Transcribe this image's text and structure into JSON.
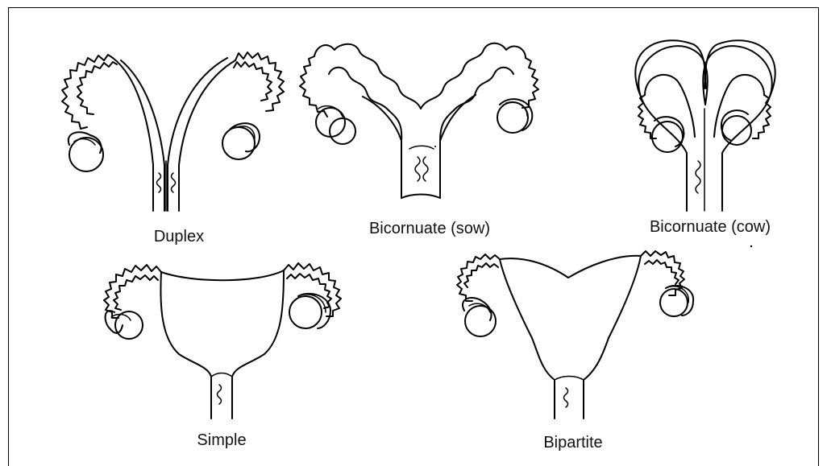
{
  "figure": {
    "types": [
      {
        "id": "duplex",
        "label": "Duplex"
      },
      {
        "id": "bicornuate-sow",
        "label": "Bicornuate (sow)"
      },
      {
        "id": "bicornuate-cow",
        "label": "Bicornuate (cow)"
      },
      {
        "id": "simple",
        "label": "Simple"
      },
      {
        "id": "bipartite",
        "label": "Bipartite"
      }
    ]
  }
}
